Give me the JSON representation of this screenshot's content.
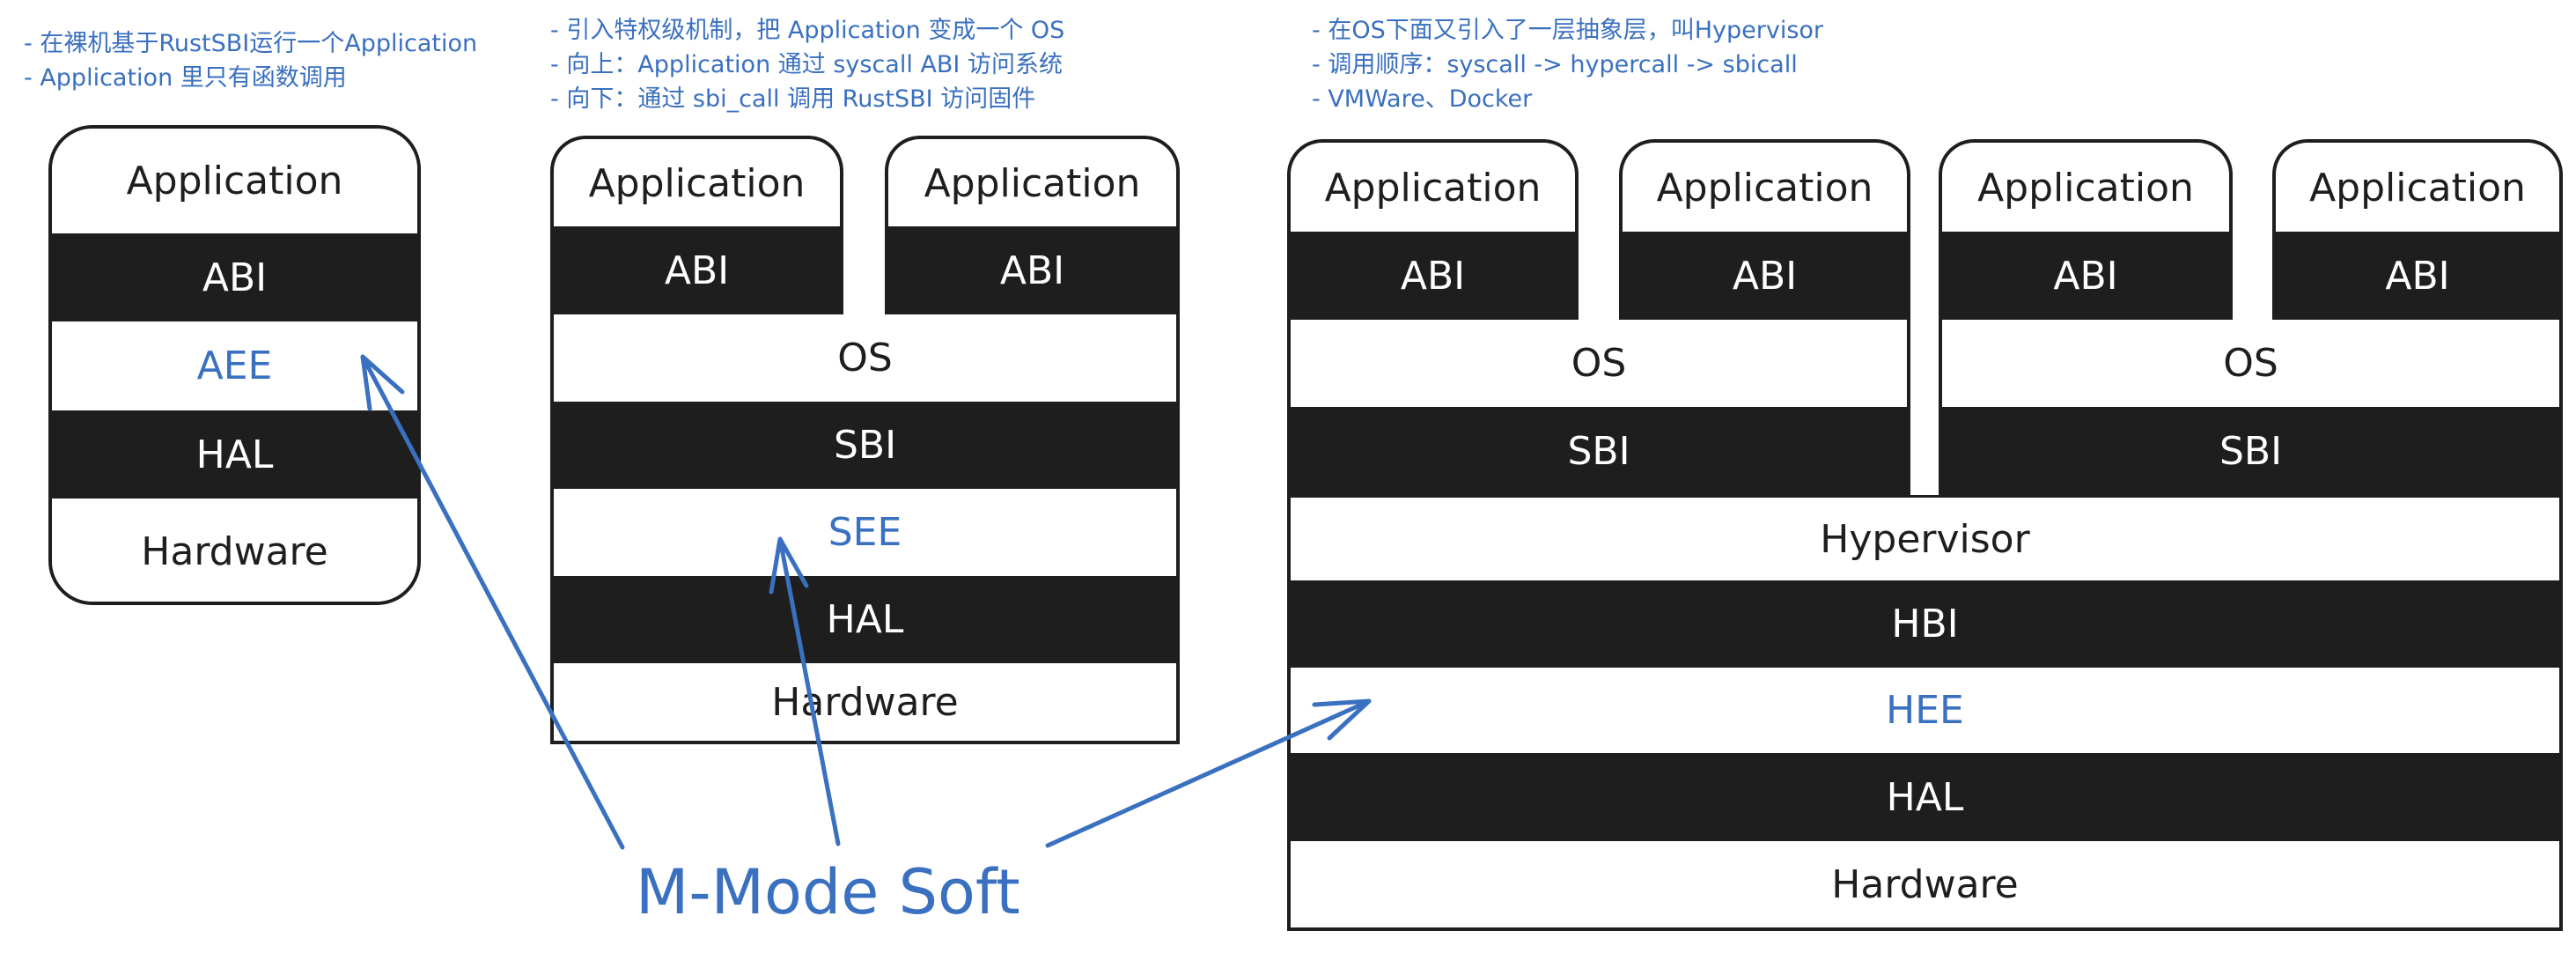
{
  "annotations": {
    "bare_metal": [
      "- 在裸机基于RustSBI运行一个Application",
      "- Application 里只有函数调用"
    ],
    "privilege": [
      "- 引入特权级机制，把 Application 变成一个 OS",
      "- 向上：Application 通过 syscall ABI 访问系统",
      "- 向下：通过 sbi_call 调用 RustSBI 访问固件"
    ],
    "hypervisor": [
      "- 在OS下面又引入了一层抽象层，叫Hypervisor",
      "- 调用顺序：syscall -> hypercall -> sbicall",
      "- VMWare、Docker"
    ]
  },
  "stack_bare_metal": {
    "layers": [
      "Application",
      "ABI",
      "AEE",
      "HAL",
      "Hardware"
    ]
  },
  "stack_os": {
    "apps": [
      "Application",
      "Application"
    ],
    "abis": [
      "ABI",
      "ABI"
    ],
    "layers": [
      "OS",
      "SBI",
      "SEE",
      "HAL",
      "Hardware"
    ]
  },
  "stack_hypervisor": {
    "apps": [
      "Application",
      "Application",
      "Application",
      "Application"
    ],
    "abis": [
      "ABI",
      "ABI",
      "ABI",
      "ABI"
    ],
    "os": [
      "OS",
      "OS"
    ],
    "sbi": [
      "SBI",
      "SBI"
    ],
    "layers": [
      "Hypervisor",
      "HBI",
      "HEE",
      "HAL",
      "Hardware"
    ]
  },
  "callout": {
    "label": "M-Mode Soft",
    "color": "#3a70c0"
  },
  "colors": {
    "ink": "#1e1e1e",
    "accent": "#3a70c0",
    "background": "#ffffff"
  }
}
